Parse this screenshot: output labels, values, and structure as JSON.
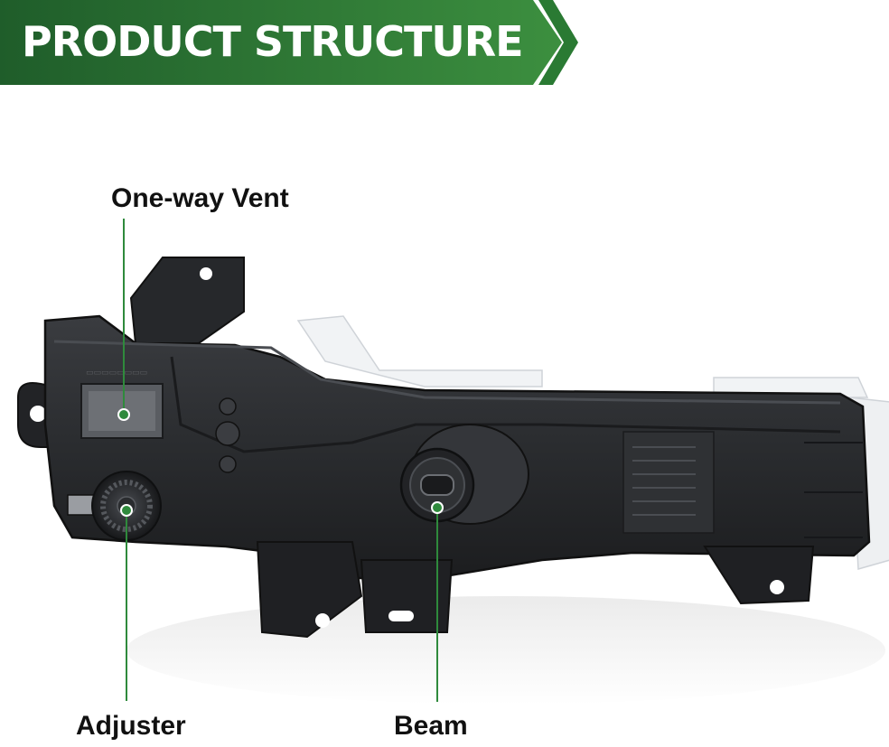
{
  "banner": {
    "title": "PRODUCT STRUCTURE",
    "color_dark": "#1f5d2a",
    "color_light": "#3c8f3f"
  },
  "product": {
    "description_icon": "fog-light-housing-image"
  },
  "callouts": {
    "vent": {
      "label": "One-way Vent"
    },
    "adjuster": {
      "label": "Adjuster"
    },
    "beam": {
      "label": "Beam"
    }
  },
  "colors": {
    "leader": "#2f8a3c",
    "text": "#111111",
    "housing": "#2b2d30"
  }
}
